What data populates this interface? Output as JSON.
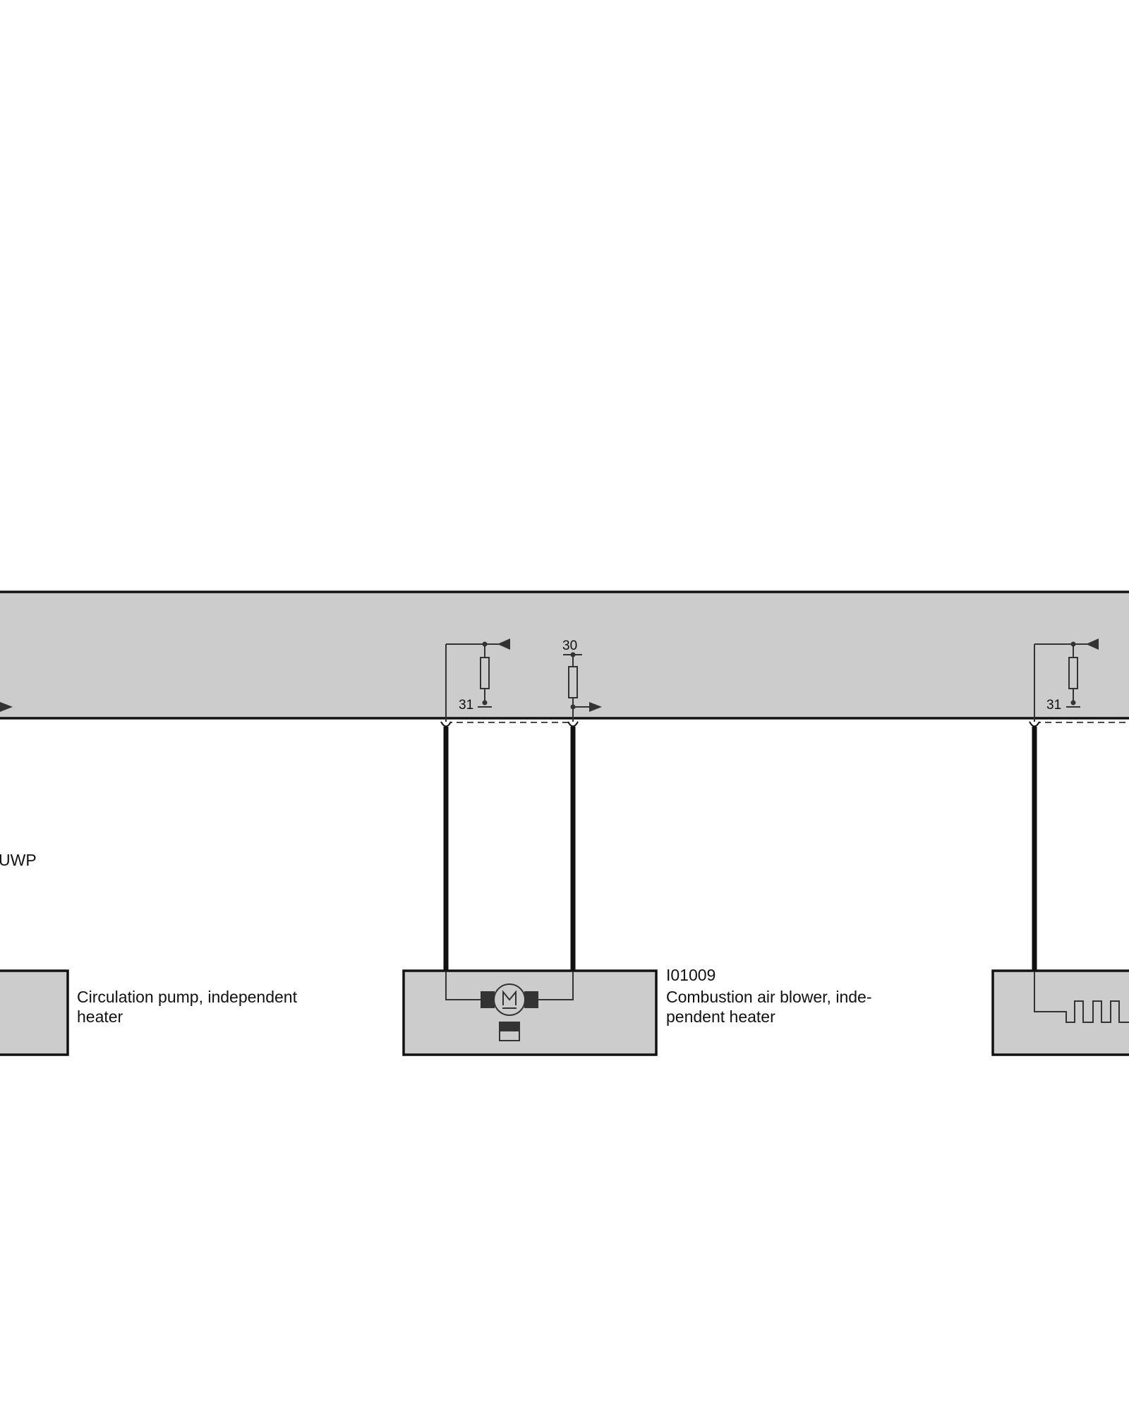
{
  "colors": {
    "panel_fill": "#cccccc",
    "line": "#111111",
    "symbol": "#333333",
    "background": "#ffffff"
  },
  "control_unit": {
    "left_partial_label": "UWP",
    "terminal_31_left": "31",
    "terminal_30": "30",
    "terminal_31_right": "31"
  },
  "components": [
    {
      "id": "",
      "name_line1": "Circulation pump, independent",
      "name_line2": "heater",
      "icon": "pump-icon"
    },
    {
      "id": "I01009",
      "name_line1": "Combustion air blower, inde-",
      "name_line2": "pendent heater",
      "icon": "motor-icon"
    },
    {
      "id": "",
      "name_line1": "",
      "name_line2": "",
      "icon": "glow-element-icon"
    }
  ]
}
